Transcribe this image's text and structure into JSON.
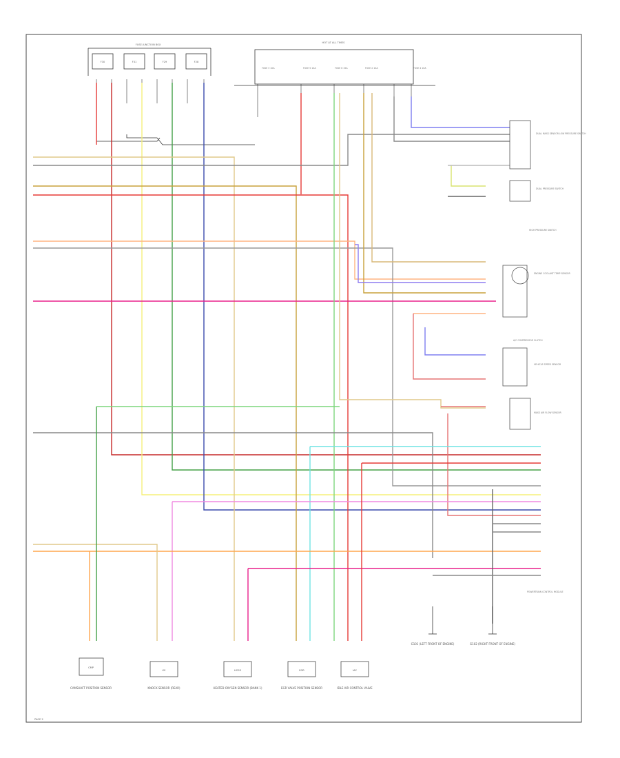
{
  "diagram": {
    "fuse_box_upper": "FUSE JUNCTION BOX",
    "hot_at_all_times": "HOT AT ALL TIMES",
    "fuse_boxes": [
      {
        "label": "F30"
      },
      {
        "label": "F31"
      },
      {
        "label": "F29"
      },
      {
        "label": "F28"
      }
    ],
    "fuses_right": [
      {
        "label": "FUSE 3 10A"
      },
      {
        "label": "FUSE 5 10A"
      },
      {
        "label": "FUSE 6 15A"
      },
      {
        "label": "FUSE 2 10A"
      },
      {
        "label": "FUSE 4 10A"
      }
    ],
    "right_components": [
      {
        "name": "DUAL MASS SENSOR LOW PRESSURE SWITCH"
      },
      {
        "name": "DUAL PRESSURE SWITCH"
      },
      {
        "name": "HIGH PRESSURE SWITCH"
      },
      {
        "name": "ENGINE COOLANT TEMP SENSOR"
      },
      {
        "name": "A/C COMPRESSOR CLUTCH"
      },
      {
        "name": "VEHICLE SPEED SENSOR"
      },
      {
        "name": "MASS AIR FLOW SENSOR"
      },
      {
        "name": "POWERTRAIN CONTROL MODULE"
      }
    ],
    "ground_labels": [
      {
        "name": "G101 (LEFT FRONT OF ENGINE)"
      },
      {
        "name": "G102 (RIGHT FRONT OF ENGINE)"
      }
    ],
    "bottom_components": [
      {
        "label": "CMP",
        "caption": "CAMSHAFT POSITION SENSOR"
      },
      {
        "label": "KS",
        "caption": "KNOCK SENSOR (REAR)"
      },
      {
        "label": "HO2S",
        "caption": "HEATED OXYGEN SENSOR (BANK 1)"
      },
      {
        "label": "EGR",
        "caption": "EGR VALVE POSITION SENSOR"
      },
      {
        "label": "IAC",
        "caption": "IDLE AIR CONTROL VALVE"
      }
    ],
    "page_ref": "PAGE 2"
  }
}
